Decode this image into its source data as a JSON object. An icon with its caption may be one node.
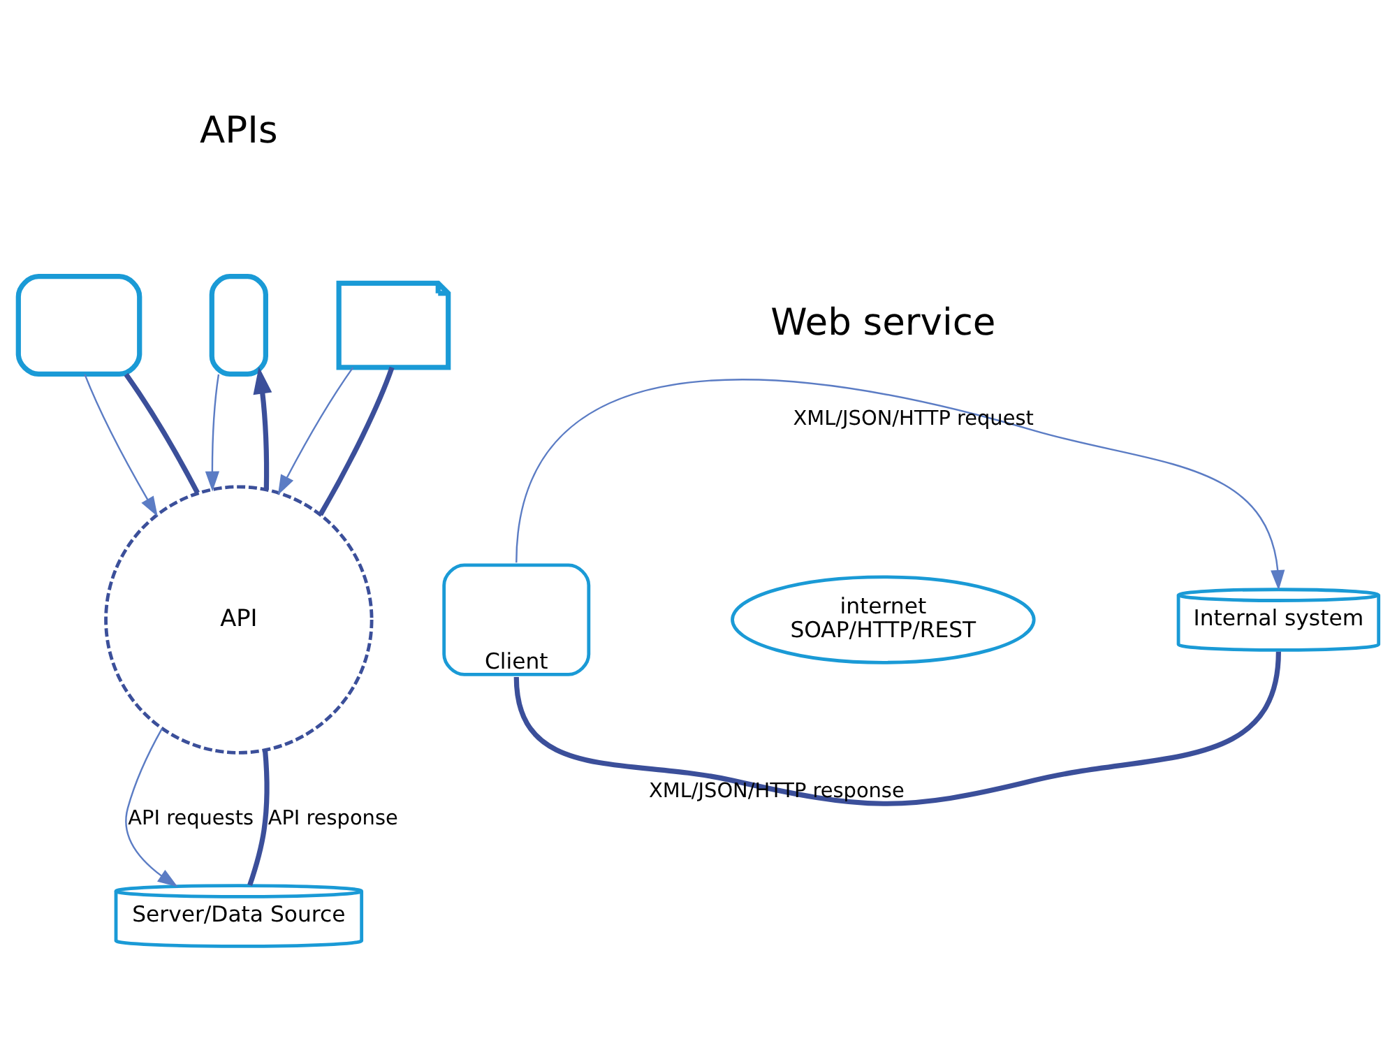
{
  "diagram": {
    "nodes": [
      {
        "text": [],
        "shape": "computer"
      },
      {
        "text": [],
        "shape": "phone"
      },
      {
        "text": [],
        "shape": "chat"
      },
      {
        "text": [
          "API"
        ]
      },
      {
        "text": [
          "Server/Data Source"
        ]
      },
      {
        "text": [
          "Client"
        ]
      },
      {
        "text": [
          "internet",
          "SOAP/HTTP/REST"
        ]
      },
      {
        "text": [
          "Internal system"
        ]
      }
    ],
    "edges": [
      {
        "from": 0,
        "to": 3,
        "arrow": "to"
      },
      {
        "from": 3,
        "to": 0,
        "arrow": "none",
        "style": "thick",
        "color": "#3b4f9a"
      },
      {
        "from": 1,
        "to": 3,
        "arrow": "to"
      },
      {
        "from": 3,
        "to": 1,
        "arrow": "to",
        "style": "thick",
        "color": "#3b4f9a"
      },
      {
        "from": 2,
        "to": 3,
        "arrow": "to"
      },
      {
        "from": 3,
        "to": 2,
        "arrow": "none",
        "style": "thick",
        "color": "#3b4f9a"
      },
      {
        "from": 3,
        "to": 4,
        "arrow": "to",
        "label": "API requests"
      },
      {
        "from": 4,
        "to": 3,
        "arrow": "none",
        "label": "API response",
        "style": "thick",
        "color": "#3b4f9a"
      },
      {
        "from": 5,
        "to": 7,
        "arrow": "to",
        "label": "XML/JSON/HTTP request"
      },
      {
        "from": 7,
        "to": 5,
        "arrow": "none",
        "label": "XML/JSON/HTTP response",
        "style": "thick",
        "color": "#3b4f9a"
      }
    ],
    "labels": [
      "APIs",
      "Web service"
    ]
  }
}
